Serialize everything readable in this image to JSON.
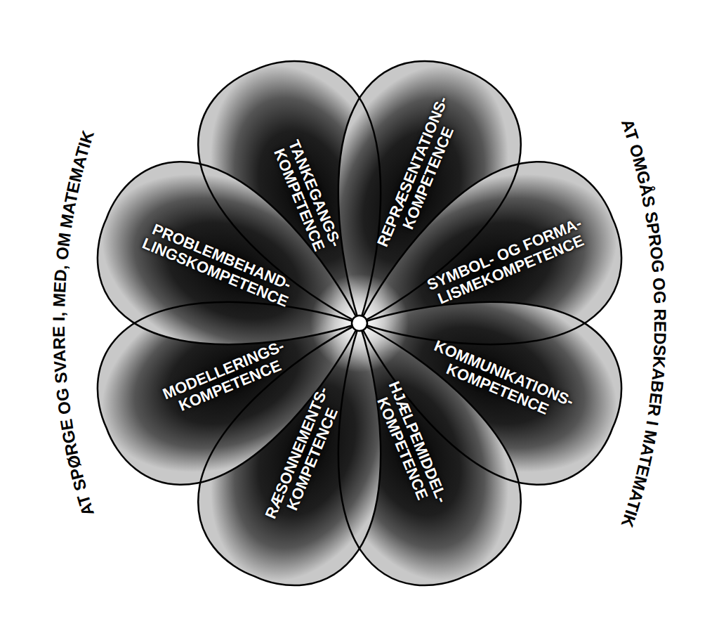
{
  "diagram": {
    "nodes": [
      {
        "text": [
          "TANKEGANGS- KOMPETENCE"
        ]
      },
      {
        "text": [
          "REPRÆSENTATIONS- KOMPETENCE"
        ]
      },
      {
        "text": [
          "PROBLEMBEHAND- LINGSKOMPETENCE"
        ]
      },
      {
        "text": [
          "SYMBOL- OG FORMA- LISMEKOMPETENCE"
        ]
      },
      {
        "text": [
          "MODELLERINGS- KOMPETENCE"
        ]
      },
      {
        "text": [
          "KOMMUNIKATIONS- KOMPETENCE"
        ]
      },
      {
        "text": [
          "RÆSONNEMENTS- KOMPETENCE"
        ]
      },
      {
        "text": [
          "HJÆLPEMIDDEL- KOMPETENCE"
        ]
      }
    ],
    "labels": [
      "AT SPØRGE OG SVARE I, MED, OM MATEMATIK",
      "AT OMGÅS SPROG OG REDSKABER I MATEMATIK"
    ]
  }
}
